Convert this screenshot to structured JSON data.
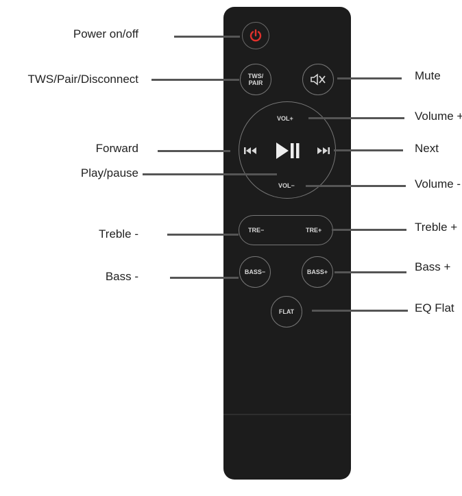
{
  "remote": {
    "buttons": {
      "tws": "TWS/\nPAIR",
      "vol_plus": "VOL+",
      "vol_minus": "VOL−",
      "tre_minus": "TRE−",
      "tre_plus": "TRE+",
      "bass_minus": "BASS−",
      "bass_plus": "BASS+",
      "flat": "FLAT"
    },
    "colors": {
      "body": "#1c1c1c",
      "power": "#e0312c",
      "text": "#d8d8d8"
    },
    "icons": [
      "power-icon",
      "mute-icon",
      "previous-icon",
      "play-pause-icon",
      "next-icon"
    ]
  },
  "callouts": {
    "power": "Power on/off",
    "tws": "TWS/Pair/Disconnect",
    "mute": "Mute",
    "volume_up": "Volume +",
    "forward": "Forward",
    "next": "Next",
    "play_pause": "Play/pause",
    "volume_down": "Volume -",
    "treble_minus": "Treble -",
    "treble_plus": "Treble +",
    "bass_minus": "Bass -",
    "bass_plus": "Bass +",
    "eq_flat": "EQ Flat"
  }
}
